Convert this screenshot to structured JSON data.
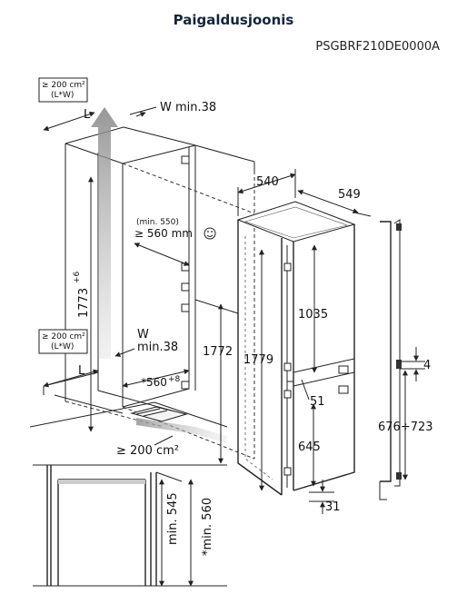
{
  "header": {
    "title": "Paigaldusjoonis",
    "code": "PSGBRF210DE0000A"
  },
  "niche": {
    "vent_top_area": "≥ 200 cm²",
    "vent_top_lw": "(L*W)",
    "vent_mid_area": "≥ 200 cm²",
    "vent_mid_lw": "(L*W)",
    "vent_bottom_area": "≥ 200 cm²",
    "L_top": "L",
    "L_bottom": "L",
    "w_top": "W min.38",
    "w_mid_w": "W",
    "w_mid_min": "min.38",
    "depth_min": "(min. 550)",
    "depth_rec": "≥ 560 mm",
    "height_niche": "1773",
    "height_niche_tol": "+6",
    "height_appliance_door": "1772",
    "bottom_width": "*560",
    "bottom_width_tol": "+8"
  },
  "appliance": {
    "width": "540",
    "depth": "549",
    "height_total": "1779",
    "height_fridge": "1035",
    "gap": "51",
    "height_freezer": "645",
    "bottom_offset": "31",
    "top_offset": "4",
    "door_range": "676÷723"
  },
  "side_detail": {
    "min_545": "min. 545",
    "min_560": "*min. 560"
  },
  "icons": {
    "smiley": "smiley-icon"
  }
}
